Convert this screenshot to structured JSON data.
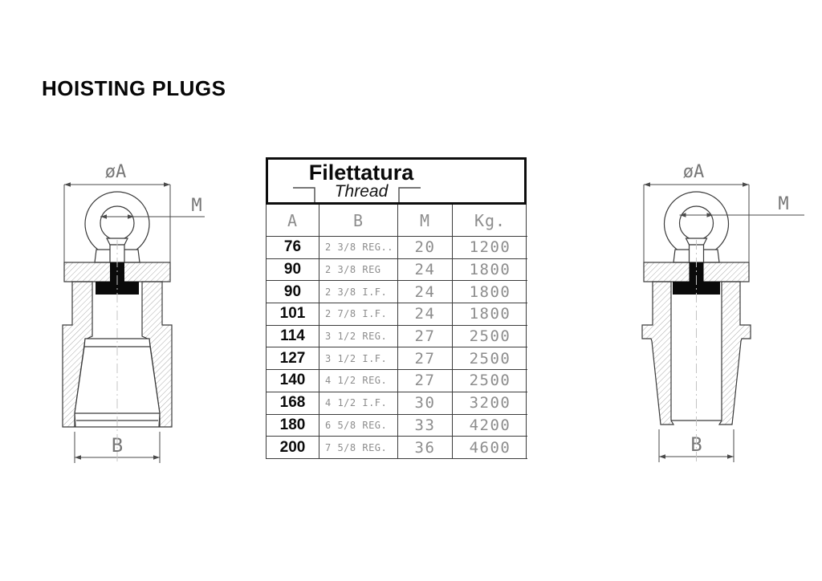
{
  "page": {
    "title": "HOISTING PLUGS"
  },
  "table": {
    "header": {
      "title_primary": "Filettatura",
      "title_secondary": "Thread"
    },
    "columns": [
      "A",
      "B",
      "M",
      "Kg."
    ],
    "rows": [
      [
        "76",
        "2 3/8 REG..",
        "20",
        "1200"
      ],
      [
        "90",
        "2 3/8 REG",
        "24",
        "1800"
      ],
      [
        "90",
        "2 3/8 I.F.",
        "24",
        "1800"
      ],
      [
        "101",
        "2 7/8 I.F.",
        "24",
        "1800"
      ],
      [
        "114",
        "3 1/2 REG.",
        "27",
        "2500"
      ],
      [
        "127",
        "3 1/2 I.F.",
        "27",
        "2500"
      ],
      [
        "140",
        "4 1/2 REG.",
        "27",
        "2500"
      ],
      [
        "168",
        "4 1/2 I.F.",
        "30",
        "3200"
      ],
      [
        "180",
        "6 5/8 REG.",
        "33",
        "4200"
      ],
      [
        "200",
        "7 5/8 REG.",
        "36",
        "4600"
      ]
    ]
  },
  "drawings": {
    "left": {
      "dim_diameter": "øA",
      "dim_thread": "M",
      "dim_base": "B"
    },
    "right": {
      "dim_diameter": "øA",
      "dim_thread": "M",
      "dim_base": "B"
    }
  },
  "colors": {
    "line": "#3a3a3a",
    "cad_text": "#8d8d8d",
    "hatch": "#ababab",
    "black_fill": "#0a0a0a"
  }
}
